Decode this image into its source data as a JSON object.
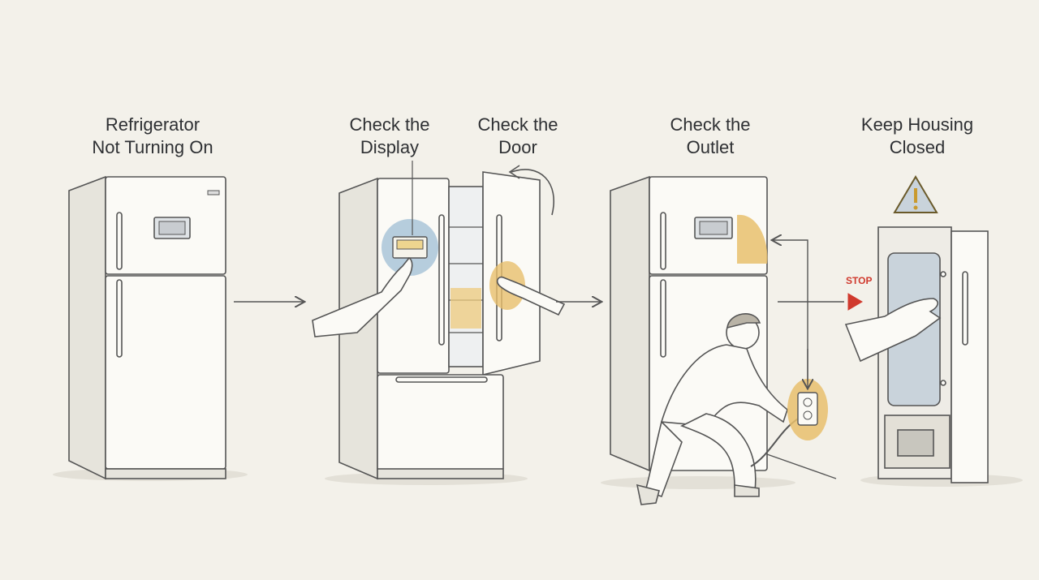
{
  "captions": [
    {
      "line1": "Refrigerator",
      "line2": "Not Turning On"
    },
    {
      "line1": "Check the",
      "line2": "Display"
    },
    {
      "line1": "Check the",
      "line2": "Door"
    },
    {
      "line1": "Check the",
      "line2": "Outlet"
    },
    {
      "line1": "Keep Housing",
      "line2": "Closed"
    }
  ],
  "stop_sign": "STOP",
  "colors": {
    "background": "#f3f1ea",
    "highlight_blue": "#a9c4d8",
    "highlight_orange": "#e8bf6d",
    "stop_red": "#d03a2e",
    "warning_fill": "#c9d3db",
    "outline": "#555555"
  }
}
